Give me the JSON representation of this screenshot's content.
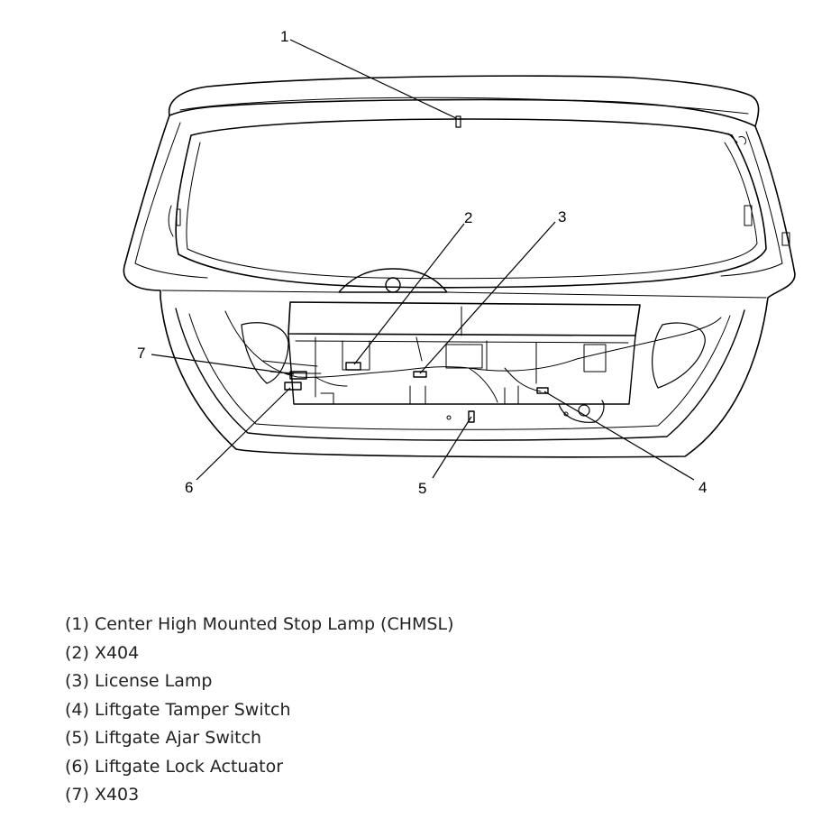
{
  "callouts": [
    {
      "num": "1"
    },
    {
      "num": "2"
    },
    {
      "num": "3"
    },
    {
      "num": "4"
    },
    {
      "num": "5"
    },
    {
      "num": "6"
    },
    {
      "num": "7"
    }
  ],
  "legend": [
    {
      "text": "(1) Center High Mounted Stop Lamp (CHMSL)"
    },
    {
      "text": "(2) X404"
    },
    {
      "text": "(3) License Lamp"
    },
    {
      "text": "(4) Liftgate Tamper Switch"
    },
    {
      "text": "(5) Liftgate Ajar Switch"
    },
    {
      "text": "(6) Liftgate Lock Actuator"
    },
    {
      "text": "(7) X403"
    }
  ]
}
